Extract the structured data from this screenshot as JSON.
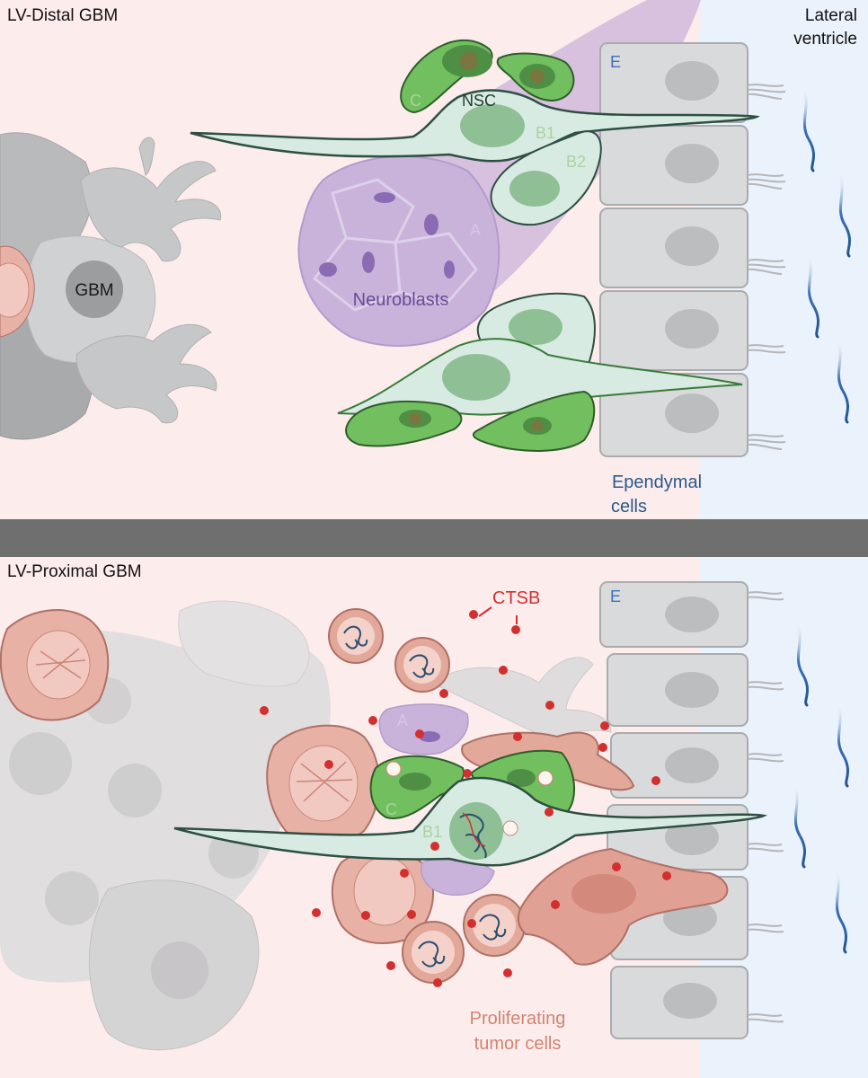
{
  "panels": {
    "top": {
      "title": "LV-Distal GBM",
      "ventricle_label_line1": "Lateral",
      "ventricle_label_line2": "ventricle",
      "labels": {
        "c": "C",
        "nsc": "NSC",
        "b1": "B1",
        "b2": "B2",
        "a": "A",
        "e": "E",
        "gbm": "GBM",
        "neuroblasts": "Neuroblasts",
        "ependymal_line1": "Ependymal",
        "ependymal_line2": "cells"
      }
    },
    "bottom": {
      "title": "LV-Proximal GBM",
      "labels": {
        "ctsb": "CTSB",
        "e": "E",
        "a": "A",
        "c": "C",
        "b1": "B1",
        "proliferating_line1": "Proliferating",
        "proliferating_line2": "tumor cells"
      }
    }
  },
  "colors": {
    "background": "#ffffff",
    "brain_tissue": "#fdecec",
    "ventricle": "#eaf2fb",
    "divider": "#6f6f6f",
    "ependymal_fill": "#d9dadb",
    "ependymal_stroke": "#a9abad",
    "gbm_gray": "#c7c8c9",
    "nsc_fill": "#d7ebe2",
    "nsc_stroke": "#2f4f43",
    "nsc_nucleus": "#8fbf95",
    "c_cell_fill": "#72bf5f",
    "c_cell_stroke": "#2f5d2a",
    "neuroblast": "#c9b3da",
    "neuroblast_text": "#6a4c98",
    "tumor_fill": "#e8b1a6",
    "tumor_stroke": "#b07065",
    "ctsb_red": "#d32f2f",
    "ependymal_text": "#2a5a8c",
    "proliferating_text": "#cf8470",
    "cilia_wave": "#3b6fb6"
  }
}
